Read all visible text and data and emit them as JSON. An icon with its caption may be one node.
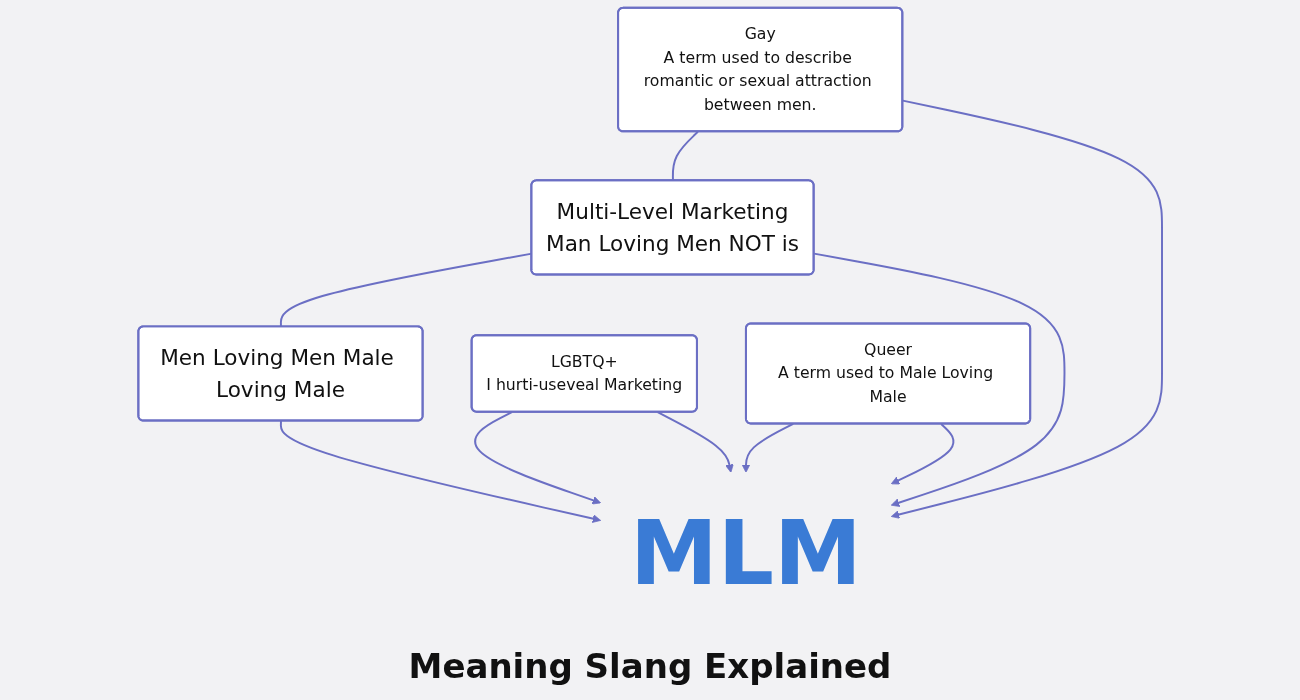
{
  "diagram": {
    "caption": "Meaning Slang Explained",
    "nodes": [
      {
        "text": [
          "Multi-Level Marketing",
          "Man Loving Men NOT is"
        ]
      },
      {
        "text": [
          "Gay",
          "A term used to describe romantic or sexual attraction between men."
        ]
      },
      {
        "text": [
          "Men Loving Men Male Loving Male"
        ]
      },
      {
        "text": [
          "MLM"
        ]
      },
      {
        "text": [
          "LGBTQ+",
          "I hurti-useveal Marketing"
        ]
      },
      {
        "text": [
          "Queer",
          "A term used to Male Loving Male"
        ]
      }
    ],
    "edges": [
      {
        "from": 1,
        "to": 0,
        "arrow": "none"
      },
      {
        "from": 0,
        "to": 2,
        "arrow": "none"
      },
      {
        "from": 1,
        "to": 3,
        "arrow": "to"
      },
      {
        "from": 0,
        "to": 3,
        "arrow": "to"
      },
      {
        "from": 2,
        "to": 3,
        "arrow": "to"
      },
      {
        "from": 4,
        "to": 3,
        "arrow": "to"
      },
      {
        "from": 5,
        "to": 3,
        "arrow": "to"
      },
      {
        "from": 4,
        "to": 3,
        "arrow": "to"
      },
      {
        "from": 5,
        "to": 3,
        "arrow": "to"
      }
    ]
  }
}
